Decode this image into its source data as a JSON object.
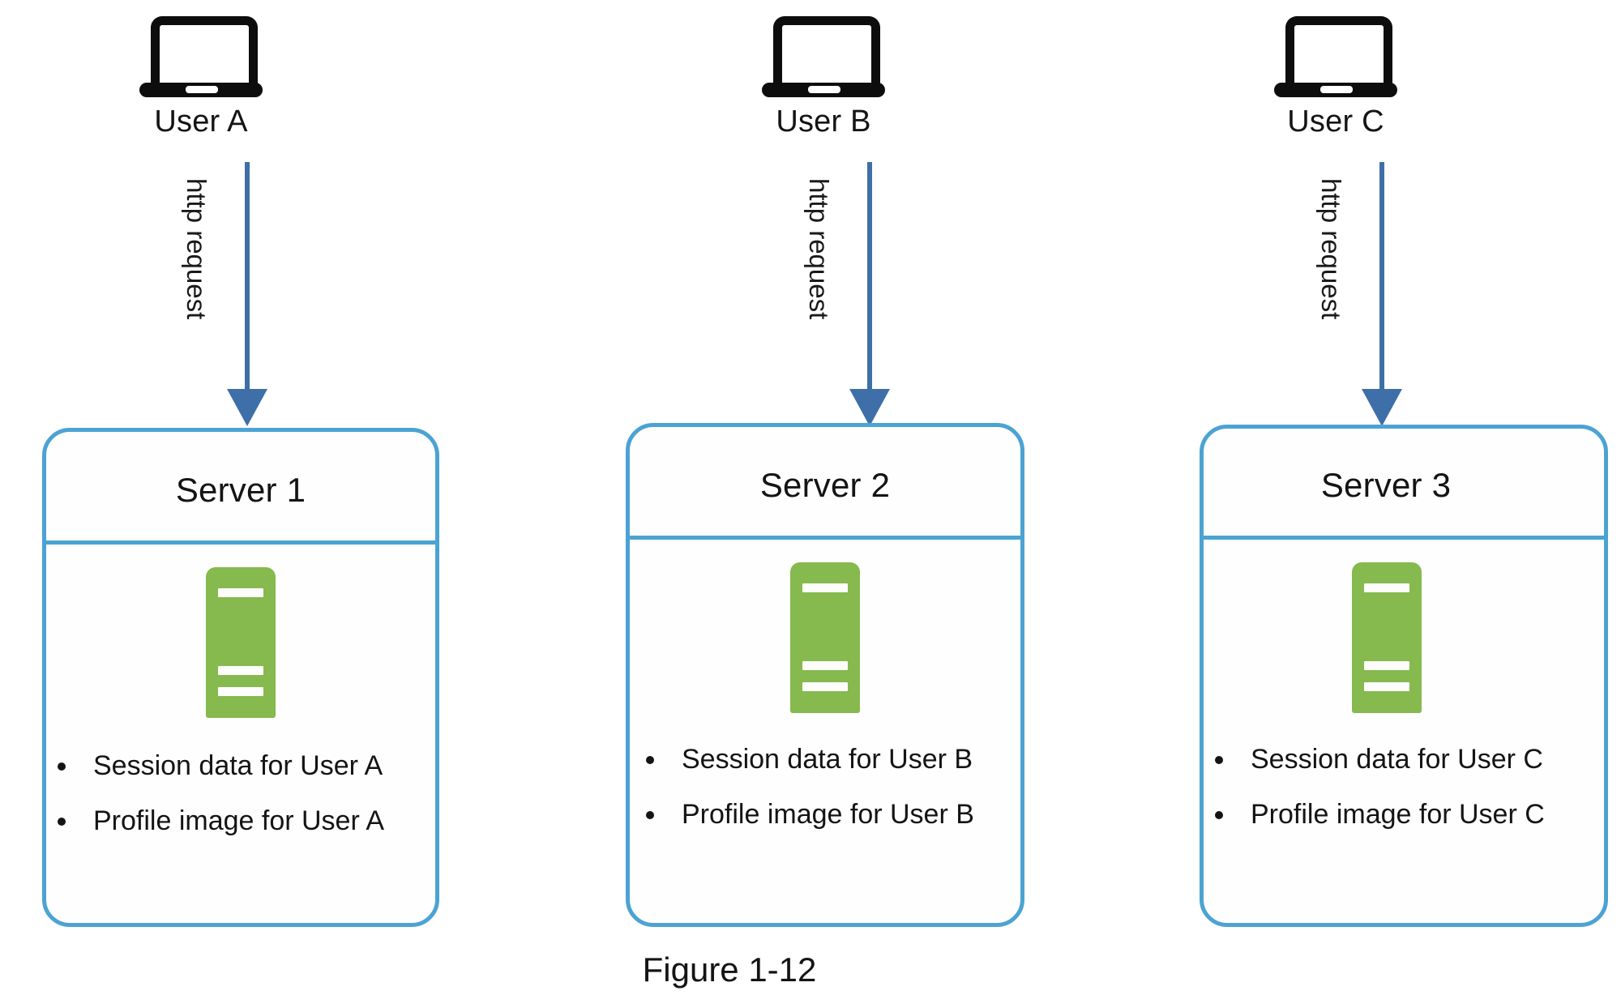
{
  "figure": {
    "caption": "Figure 1-12"
  },
  "columns": [
    {
      "client": {
        "icon": "laptop-icon",
        "label": "User A"
      },
      "arrow": {
        "icon": "down-arrow-icon",
        "label": "http request",
        "color": "#3e6fa8"
      },
      "server": {
        "title": "Server 1",
        "icon": "server-rack-icon",
        "icon_color": "#86b94e",
        "border_color": "#4ba3d3",
        "items": [
          "Session data for User A",
          "Profile image for User A"
        ]
      }
    },
    {
      "client": {
        "icon": "laptop-icon",
        "label": "User B"
      },
      "arrow": {
        "icon": "down-arrow-icon",
        "label": "http request",
        "color": "#3e6fa8"
      },
      "server": {
        "title": "Server 2",
        "icon": "server-rack-icon",
        "icon_color": "#86b94e",
        "border_color": "#4ba3d3",
        "items": [
          "Session data for User B",
          "Profile image for User B"
        ]
      }
    },
    {
      "client": {
        "icon": "laptop-icon",
        "label": "User C"
      },
      "arrow": {
        "icon": "down-arrow-icon",
        "label": "http request",
        "color": "#3e6fa8"
      },
      "server": {
        "title": "Server 3",
        "icon": "server-rack-icon",
        "icon_color": "#86b94e",
        "border_color": "#4ba3d3",
        "items": [
          "Session data for User C",
          "Profile image for User C"
        ]
      }
    }
  ]
}
